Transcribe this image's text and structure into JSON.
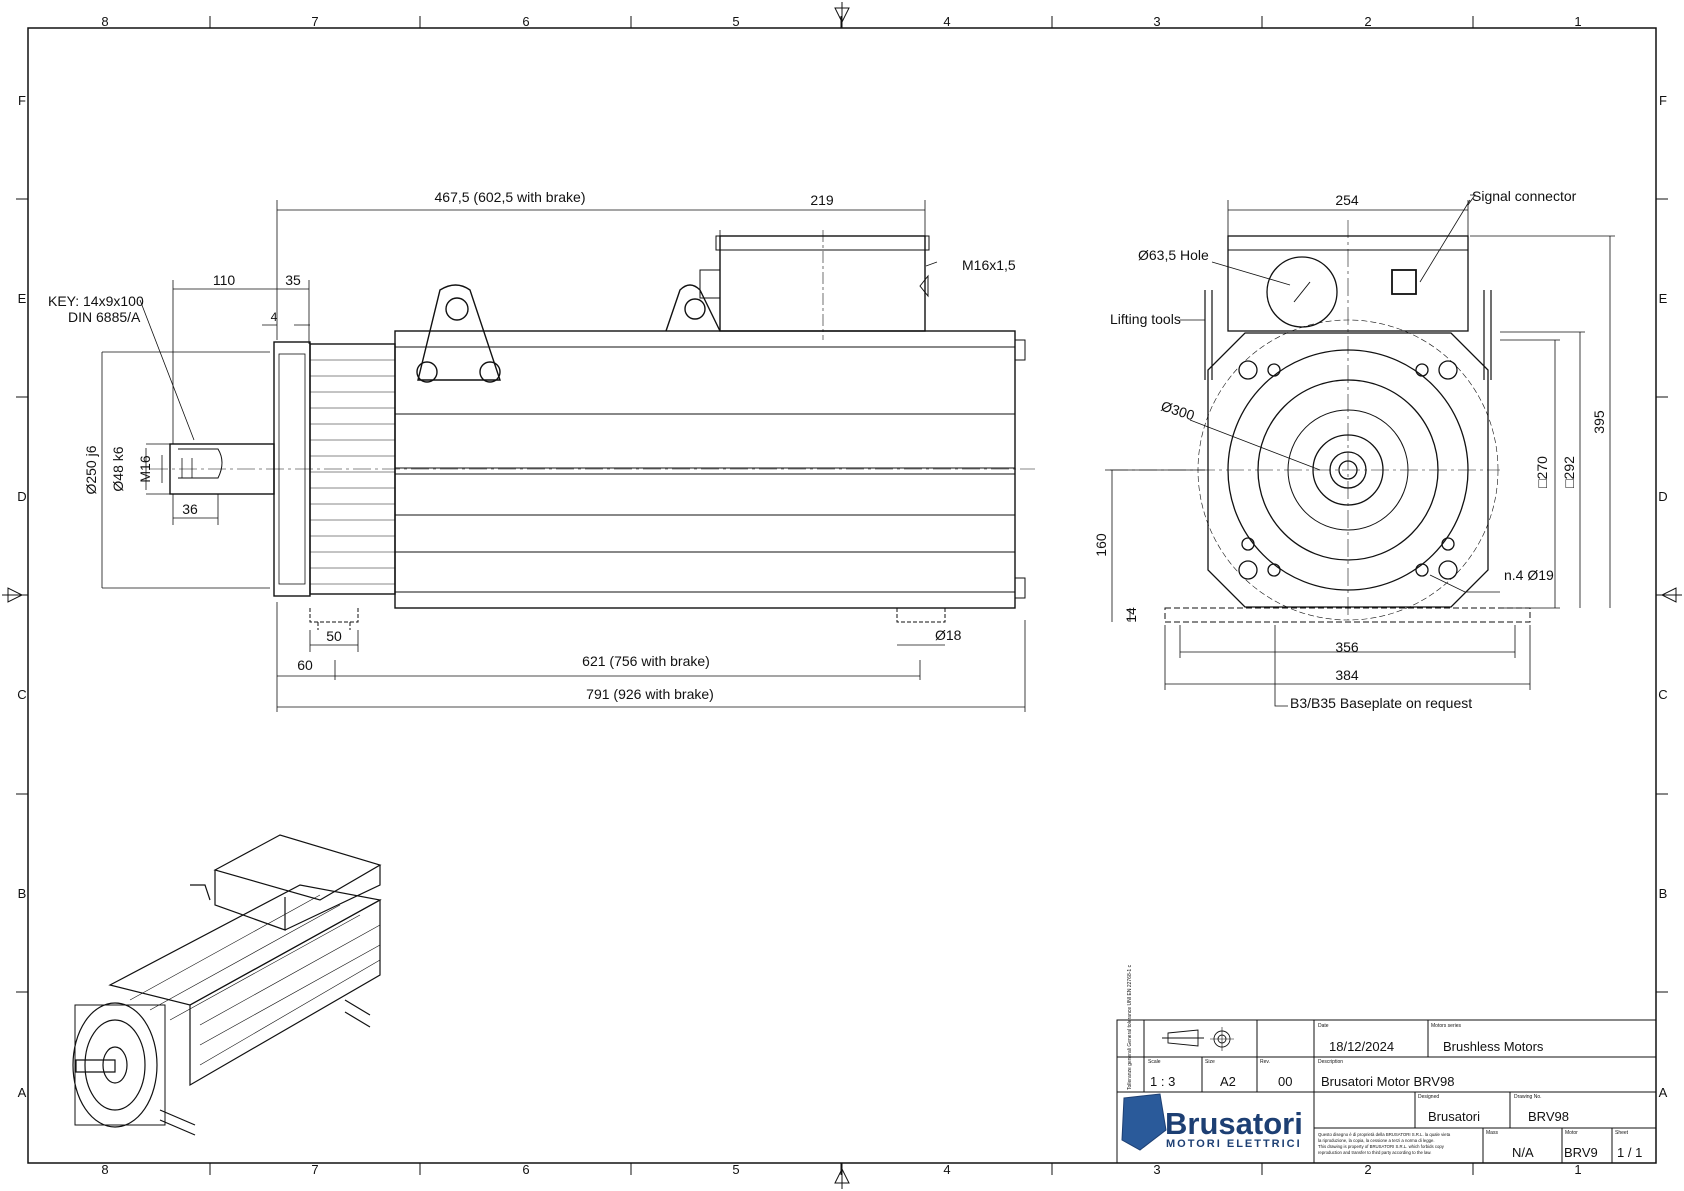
{
  "grid": {
    "columns": [
      "8",
      "7",
      "6",
      "5",
      "4",
      "3",
      "2",
      "1"
    ],
    "rows": [
      "F",
      "E",
      "D",
      "C",
      "B",
      "A"
    ]
  },
  "side_view": {
    "overall_top": "467,5 (602,5 with brake)",
    "box_width": "219",
    "flange_110": "110",
    "flange_35": "35",
    "dim_4": "4",
    "key_line1": "KEY: 14x9x100",
    "key_line2": "DIN 6885/A",
    "thread_label": "M16x1,5",
    "dia_250": "Ø250 j6",
    "dia_48": "Ø48 k6",
    "m16": "M16",
    "dim_36": "36",
    "dim_50": "50",
    "dim_60": "60",
    "foot_hole": "Ø18",
    "length_621": "621 (756 with brake)",
    "length_791": "791 (926 with brake)"
  },
  "front_view": {
    "box_width": "254",
    "signal_connector": "Signal connector",
    "hole_label": "Ø63,5 Hole",
    "lifting_tools": "Lifting tools",
    "dia_300": "Ø300",
    "sq_270": "□270",
    "sq_292": "□292",
    "height_395": "395",
    "height_160": "160",
    "dim_14": "14",
    "holes": "n.4 Ø19",
    "base_356": "356",
    "base_384": "384",
    "baseplate_note": "B3/B35 Baseplate on request"
  },
  "title_block": {
    "tolerance_text": "Tolleranze generali General tolerance UNI EN 22768-1 c",
    "date_label": "Date",
    "date": "18/12/2024",
    "series_label": "Motors series",
    "series": "Brushless Motors",
    "scale_label": "Scale",
    "scale": "1 : 3",
    "size_label": "Size",
    "size": "A2",
    "rev_label": "Rev.",
    "rev": "00",
    "desc_label": "Description",
    "description": "Brusatori Motor BRV98",
    "designed_label": "Designed",
    "designed": "Brusatori",
    "drawing_label": "Drawing No.",
    "drawing_no": "BRV98",
    "mass_label": "Mass",
    "mass": "N/A",
    "motor_label": "Motor",
    "motor": "BRV9",
    "sheet_label": "Sheet",
    "sheet": "1 / 1",
    "disclaimer": [
      "Questo disegno è di proprietà della BRUSATORI S.R.L. la quale vieta",
      "la riproduzione, la copia, la cessione a terzi a norma di legge.",
      "This drawing is property of BRUSATORI S.R.L. which forbids copy",
      "reproduction and transfer to third party according to the law."
    ],
    "logo_name": "Brusatori",
    "logo_sub": "MOTORI ELETTRICI",
    "logo_icon": "brusatori-logo-icon"
  }
}
